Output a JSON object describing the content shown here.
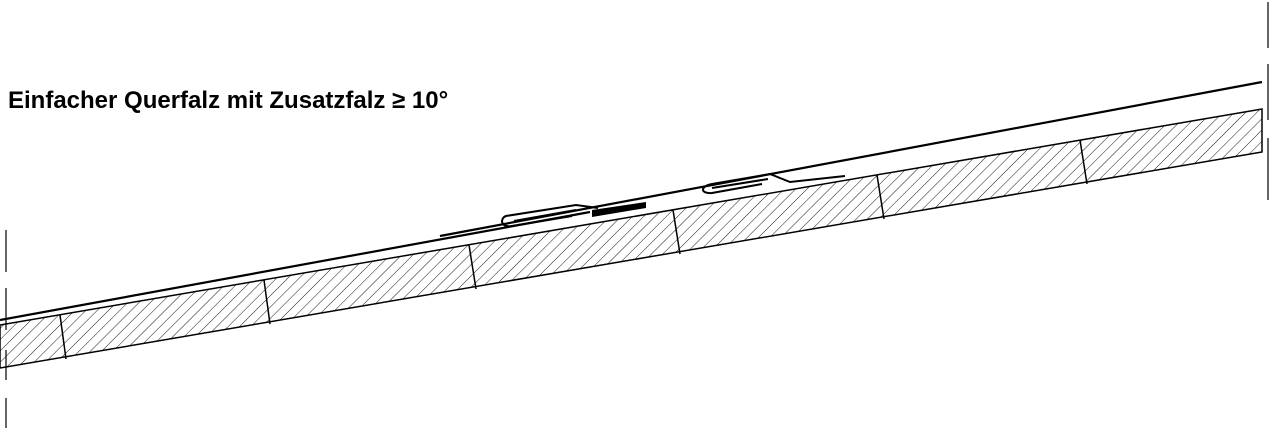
{
  "title": "Einfacher Querfalz mit Zusatzfalz ≥ 10°",
  "colors": {
    "line": "#000000",
    "hatch": "#000000",
    "background": "#ffffff"
  },
  "elements": {
    "boards": "board-section",
    "sheet": "metal-roofing-sheet",
    "seams": [
      "cross-seam",
      "additional-seam"
    ],
    "sealing_strip": "sealing-strip"
  }
}
